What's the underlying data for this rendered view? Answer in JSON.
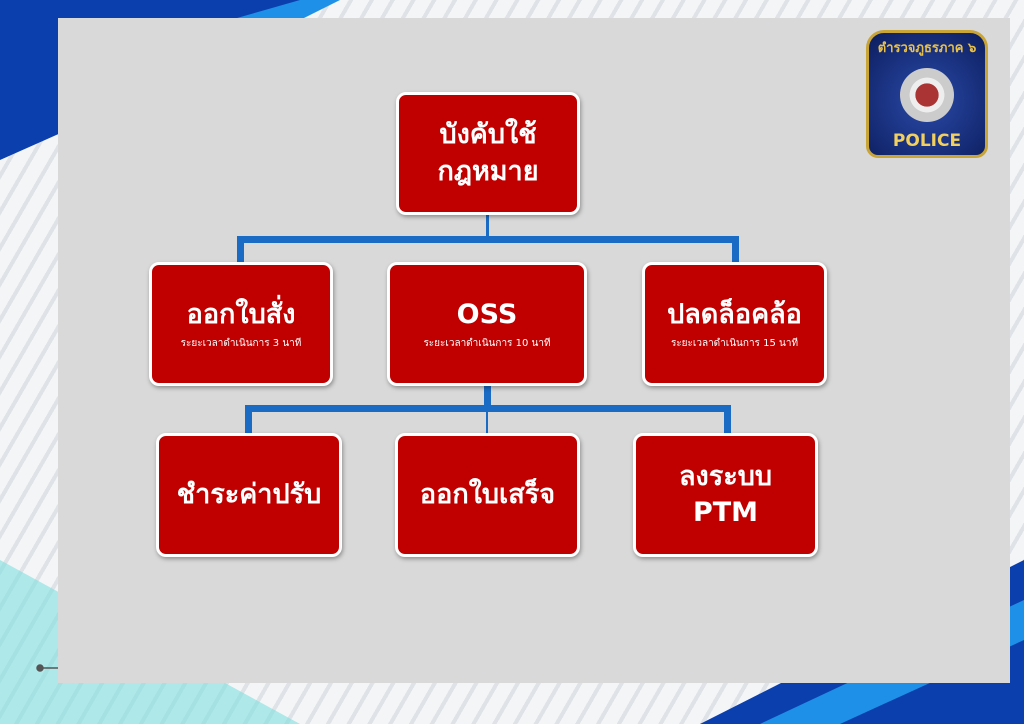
{
  "top": {
    "title": "บังคับใช้\nกฎหมาย"
  },
  "level2": [
    {
      "title": "ออกใบสั่ง",
      "sub": "ระยะเวลาดำเนินการ 3 นาที"
    },
    {
      "title": "OSS",
      "sub": "ระยะเวลาดำเนินการ 10 นาที"
    },
    {
      "title": "ปลดล็อคล้อ",
      "sub": "ระยะเวลาดำเนินการ 15 นาที"
    }
  ],
  "level3": [
    {
      "title": "ชำระค่าปรับ"
    },
    {
      "title": "ออกใบเสร็จ"
    },
    {
      "title": "ลงระบบ\nPTM"
    }
  ],
  "badge": {
    "top": "ตำรวจภูธรภาค ๖",
    "bottom": "POLICE"
  },
  "colors": {
    "box": "#c00000",
    "connector": "#1a6bc4",
    "panel": "#d9d9d9"
  }
}
